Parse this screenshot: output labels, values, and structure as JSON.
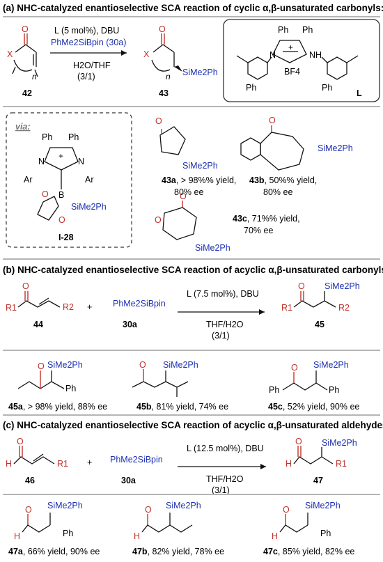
{
  "colors": {
    "heteroatom": "#c0322b",
    "silicon_reagent": "#1b2fb0",
    "divider": "#b5b5b5"
  },
  "section_a": {
    "title": "(a) NHC-catalyzed enantioselective SCA reaction of cyclic α,β-unsaturated carbonyls:",
    "reactant_id": "42",
    "product_id": "43",
    "cond_catalyst": "L (5 mol%), DBU",
    "cond_reagent": "PhMe2SiBpin (30a)",
    "cond_solvent": "H2O/THF",
    "cond_ratio": "(3/1)",
    "ligand_label": "L",
    "via_label": "via:",
    "intermediate_id": "I-28",
    "examples": [
      {
        "id": "43a",
        "result1": ", > 98%% yield,",
        "result2": "80% ee"
      },
      {
        "id": "43b",
        "result1": ", 50%% yield,",
        "result2": "80% ee"
      },
      {
        "id": "43c",
        "result1": ", 71%% yield,",
        "result2": "70% ee"
      }
    ]
  },
  "section_b": {
    "title": "(b) NHC-catalyzed enantioselective SCA reaction of acyclic α,β-unsaturated carbonyls:",
    "reactant_id": "44",
    "reagent": "PhMe2SiBpin",
    "reagent_id": "30a",
    "product_id": "45",
    "cond_catalyst": "L (7.5 mol%), DBU",
    "cond_solvent": "THF/H2O",
    "cond_ratio": "(3/1)",
    "examples": [
      {
        "id": "45a",
        "result": ", > 98% yield, 88% ee"
      },
      {
        "id": "45b",
        "result": ", 81% yield, 74% ee"
      },
      {
        "id": "45c",
        "result": ", 52% yield, 90% ee"
      }
    ]
  },
  "section_c": {
    "title": "(c) NHC-catalyzed enantioselective SCA reaction of acyclic α,β-unsaturated aldehydes:",
    "reactant_id": "46",
    "reagent": "PhMe2SiBpin",
    "reagent_id": "30a",
    "product_id": "47",
    "cond_catalyst": "L (12.5 mol%), DBU",
    "cond_solvent": "THF/H2O",
    "cond_ratio": "(3/1)",
    "examples": [
      {
        "id": "47a",
        "result": ", 66% yield, 90% ee"
      },
      {
        "id": "47b",
        "result": ", 82% yield, 78% ee"
      },
      {
        "id": "47c",
        "result": ", 85% yield, 82% ee"
      }
    ]
  },
  "atoms": {
    "O": "O",
    "H": "H",
    "X": "X",
    "n": "n",
    "Ph": "Ph",
    "Ar": "Ar",
    "N": "N",
    "NH": "NH",
    "B": "B",
    "plus": "+",
    "si": "SiMe2Ph",
    "bf4": "BF4",
    "R1": "R1",
    "R2": "R2",
    "plus_sign": "+"
  }
}
